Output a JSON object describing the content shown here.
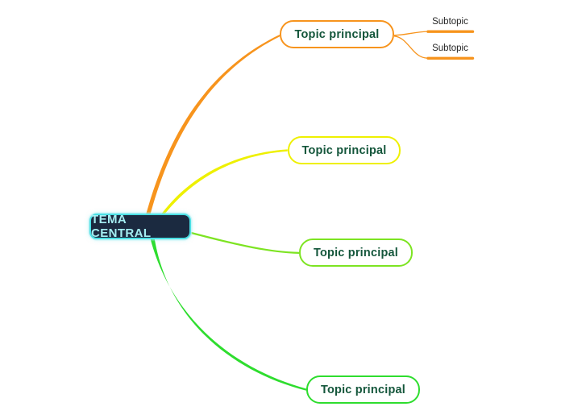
{
  "app": {
    "background_color": "#ffffff"
  },
  "central_topic": {
    "label": "TEMA CENTRAL",
    "background_color": "#1B2A40",
    "border_color": "#4ADFE4",
    "text_color": "#A5EEF2"
  },
  "main_topics": [
    {
      "label": "Topic principal",
      "branch_color": "#F7941D"
    },
    {
      "label": "Topic principal",
      "branch_color": "#EEF000"
    },
    {
      "label": "Topic principal",
      "branch_color": "#7DE422"
    },
    {
      "label": "Topic principal",
      "branch_color": "#2EDD2E"
    }
  ],
  "subtopics": [
    {
      "label": "Subtopic",
      "line_color": "#F7941D"
    },
    {
      "label": "Subtopic",
      "line_color": "#F7941D"
    }
  ],
  "topic_text_color": "#14563B",
  "subtopic_text_color": "#262626"
}
